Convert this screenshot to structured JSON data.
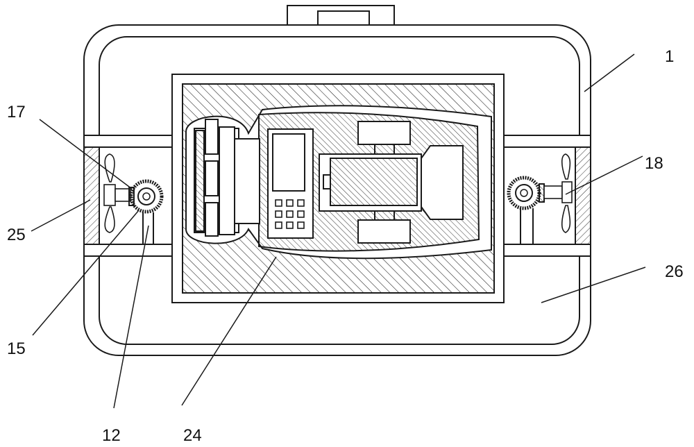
{
  "labels": {
    "l1": "1",
    "l17": "17",
    "l18": "18",
    "l25": "25",
    "l26": "26",
    "l15": "15",
    "l12": "12",
    "l24": "24"
  },
  "colors": {
    "stroke": "#1a1a1a",
    "background": "#ffffff"
  }
}
